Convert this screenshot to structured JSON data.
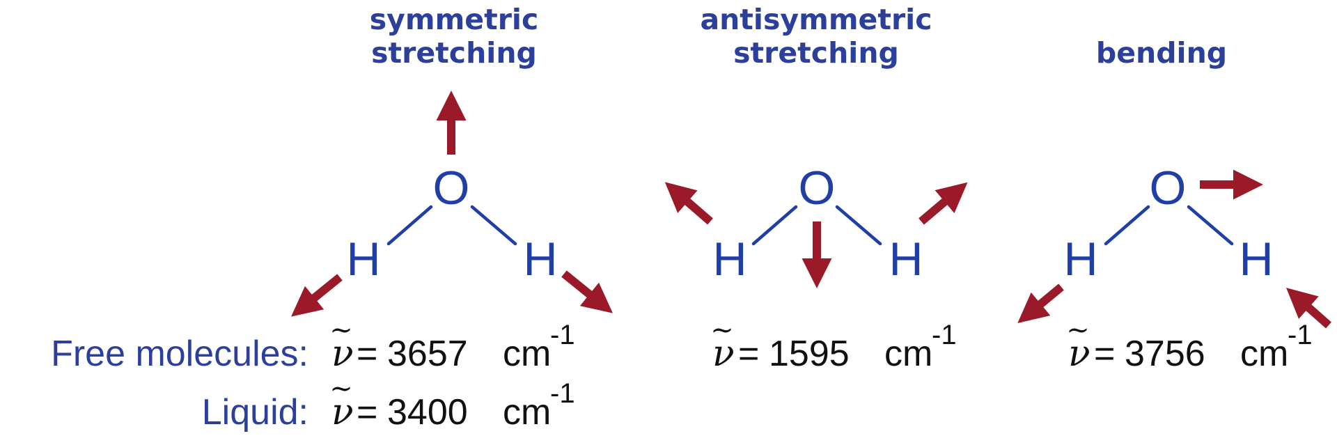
{
  "modes": [
    {
      "title_line1": "symmetric",
      "title_line2": "stretching",
      "atoms": {
        "oxygen": "O",
        "hydrogen_left": "H",
        "hydrogen_right": "H"
      },
      "free_frequency": "3657",
      "liquid_frequency": "3400"
    },
    {
      "title_line1": "antisymmetric",
      "title_line2": "stretching",
      "atoms": {
        "oxygen": "O",
        "hydrogen_left": "H",
        "hydrogen_right": "H"
      },
      "free_frequency": "1595"
    },
    {
      "title_line1": "",
      "title_line2": "bending",
      "atoms": {
        "oxygen": "O",
        "hydrogen_left": "H",
        "hydrogen_right": "H"
      },
      "free_frequency": "3756"
    }
  ],
  "labels": {
    "free": "Free molecules:",
    "liquid": "Liquid:",
    "symbol": "ν",
    "tilde": "~",
    "equals": "=",
    "unit": "cm",
    "exponent": "-1"
  },
  "colors": {
    "molecule": "#1f3ea6",
    "title": "#2b3f9b",
    "arrow": "#9b1a2a",
    "text": "#111111"
  }
}
